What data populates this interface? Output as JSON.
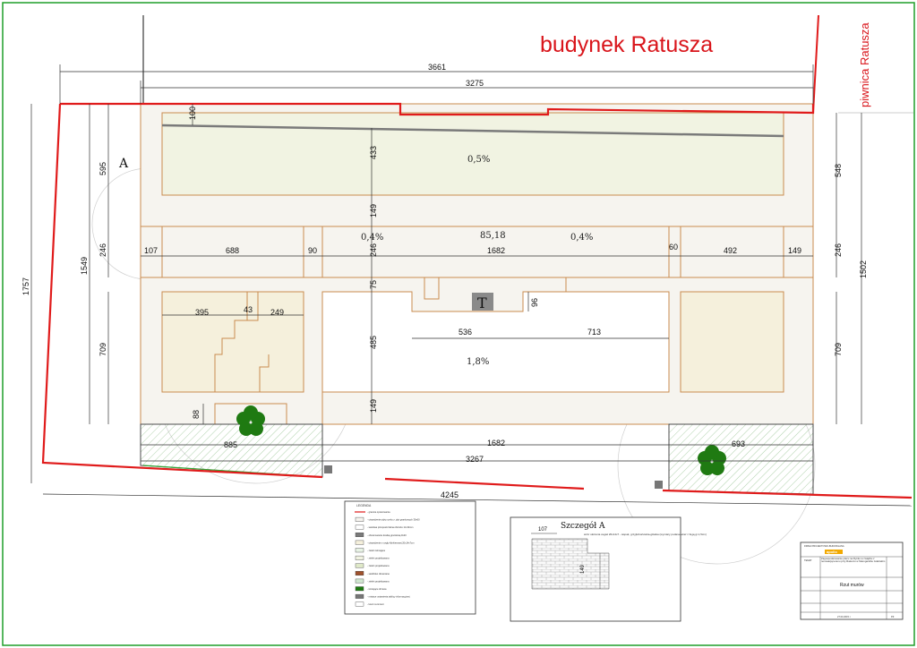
{
  "labels": {
    "building": "budynek Ratusza",
    "cellar": "piwnica Ratusza",
    "section_a": "A",
    "kiosk": "T"
  },
  "dimensions": {
    "overall_top": "3661",
    "inner_top": "3275",
    "d100": "100",
    "d595": "595",
    "d433": "433",
    "d548": "548",
    "d149_upper": "149",
    "d1549": "1549",
    "d1757": "1757",
    "d1502": "1502",
    "d246_left": "246",
    "d246_mid": "246",
    "d246_right": "246",
    "d107": "107",
    "d688": "688",
    "d90": "90",
    "d1682_mid": "1682",
    "d60": "60",
    "d492": "492",
    "d149_right": "149",
    "d75": "75",
    "d96": "96",
    "d395": "395",
    "d43": "43",
    "d249": "249",
    "d536": "536",
    "d713": "713",
    "d709_left": "709",
    "d709_right": "709",
    "d485": "485",
    "d149_lower": "149",
    "d88": "88",
    "d885": "885",
    "d1682_low": "1682",
    "d693": "693",
    "d3267": "3267",
    "d4245": "4245"
  },
  "slopes": {
    "upper_field": "0,5%",
    "left": "0,4%",
    "elevation": "85,18",
    "right": "0,4%",
    "lower": "1,8%"
  },
  "legend": {
    "title": "LEGENDA",
    "items": [
      "- granica opracowania",
      "- utwardzenie płyty rynku z. płyt granitowych 30x60",
      "- warstwa przepuszczalna obrzeże 14-32mm",
      "- obramowanie kostką granitową 9x20",
      "- utwardzenie z cegły klinkierowej 20x14x7cm",
      "- zieleń istniejąca",
      "- zieleń projektowana",
      "- zieleń projektowana",
      "- siedzisko drewniane",
      "- zieleń projektowana",
      "- istniejące drzewa",
      "- miejsce ustawienia tablicy informacyjnej",
      "- kosz na śmieci"
    ]
  },
  "detail": {
    "title": "Szczegół A",
    "dim107": "107",
    "dim149": "149",
    "note1": "widok z góry",
    "note2": "wzór ułożenia cegieł 20x14x7 - wspak, grzyjki/sortówka-główka (wymiary podane wraz z fugą gr.1,5cm)"
  },
  "titleblock": {
    "header": "FIRMA PROJEKTOWO-BUDOWLANA",
    "logo": "apollo",
    "topic_label": "TEMAT",
    "topic": "Zagospodarowanie placu na Rynku w związku z renowacją terenu przy Ratuszu w Starogardzie Gdańskim",
    "drawing_type": "Rzut murów",
    "sheet": "PZ",
    "date": "27.03.2015 r."
  },
  "colors": {
    "boundary": "#e01b1b",
    "paving": "#f6f4ef",
    "outline": "#c98b4f",
    "green_field": "#f1f3e2",
    "yellow_field": "#f5f0dc",
    "dim_line": "#333333",
    "sheet_border": "#1e9e28",
    "tree": "#1f7a12",
    "label_red": "#d9151b"
  }
}
